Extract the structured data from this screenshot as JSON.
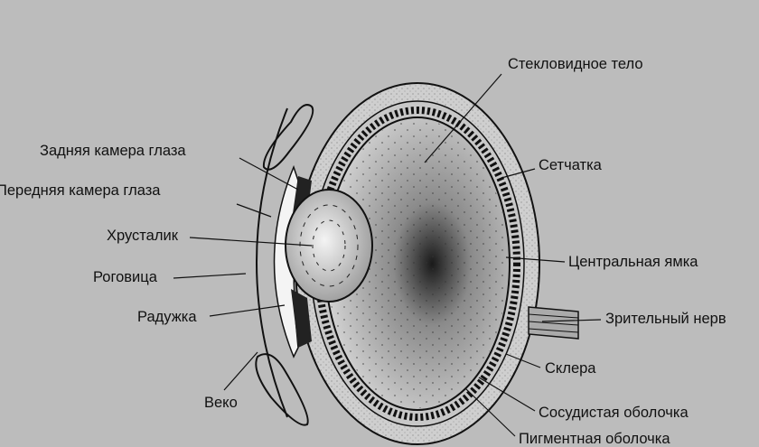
{
  "labels": {
    "vitreous": "Стекловидное тело",
    "posterior_chamber": "Задняя камера глаза",
    "anterior_chamber": "Передняя камера глаза",
    "lens": "Хрусталик",
    "cornea": "Роговица",
    "iris": "Радужка",
    "eyelid": "Веко",
    "retina": "Сетчатка",
    "fovea": "Центральная ямка",
    "optic_nerve": "Зрительный нерв",
    "sclera": "Склера",
    "choroid": "Сосудистая оболочка",
    "pigment": "Пигментная оболочка"
  }
}
